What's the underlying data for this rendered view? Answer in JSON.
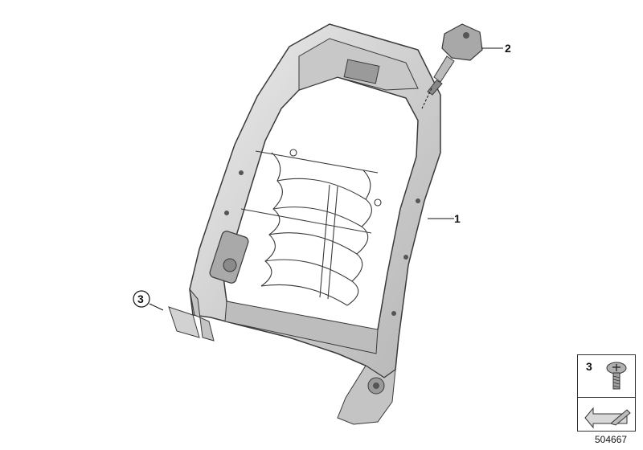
{
  "callouts": {
    "frame": "1",
    "headrest_guide": "2",
    "screw": "3"
  },
  "legend": {
    "part_number": "3"
  },
  "document_number": "504667",
  "colors": {
    "frame_fill": "#dcdcdc",
    "frame_stroke": "#3a3a3a",
    "line": "#111111"
  }
}
